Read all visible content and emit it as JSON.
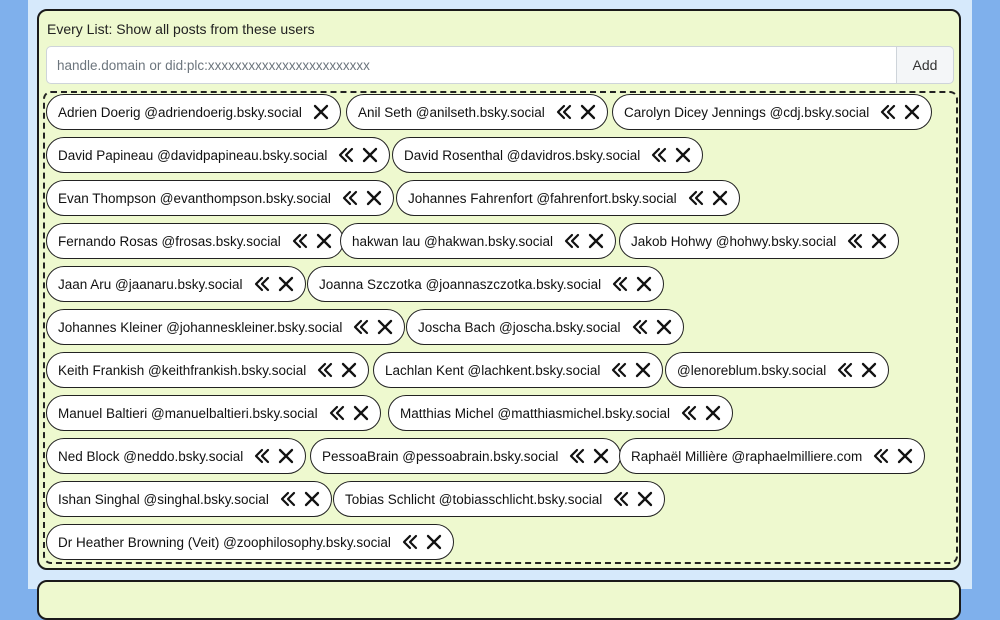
{
  "list": {
    "title": "Every List: Show all posts from these users",
    "input_placeholder": "handle.domain or did:plc:xxxxxxxxxxxxxxxxxxxxxxxx",
    "add_label": "Add",
    "users": [
      {
        "label": "Adrien Doerig @adriendoerig.bsky.social",
        "promote": false
      },
      {
        "label": "Anil Seth @anilseth.bsky.social",
        "promote": true
      },
      {
        "label": "Carolyn Dicey Jennings @cdj.bsky.social",
        "promote": true
      },
      {
        "label": "David Papineau @davidpapineau.bsky.social",
        "promote": true
      },
      {
        "label": "David Rosenthal @davidros.bsky.social",
        "promote": true
      },
      {
        "label": "Evan Thompson @evanthompson.bsky.social",
        "promote": true
      },
      {
        "label": "Johannes Fahrenfort @fahrenfort.bsky.social",
        "promote": true
      },
      {
        "label": "Fernando Rosas @frosas.bsky.social",
        "promote": true
      },
      {
        "label": "hakwan lau @hakwan.bsky.social",
        "promote": true
      },
      {
        "label": "Jakob Hohwy @hohwy.bsky.social",
        "promote": true
      },
      {
        "label": "Jaan Aru @jaanaru.bsky.social",
        "promote": true
      },
      {
        "label": "Joanna Szczotka @joannaszczotka.bsky.social",
        "promote": true
      },
      {
        "label": "Johannes Kleiner @johanneskleiner.bsky.social",
        "promote": true
      },
      {
        "label": "Joscha Bach @joscha.bsky.social",
        "promote": true
      },
      {
        "label": "Keith Frankish @keithfrankish.bsky.social",
        "promote": true
      },
      {
        "label": "Lachlan Kent @lachkent.bsky.social",
        "promote": true
      },
      {
        "label": "@lenoreblum.bsky.social",
        "promote": true
      },
      {
        "label": "Manuel Baltieri @manuelbaltieri.bsky.social",
        "promote": true
      },
      {
        "label": "Matthias Michel @matthiasmichel.bsky.social",
        "promote": true
      },
      {
        "label": "Ned Block @neddo.bsky.social",
        "promote": true
      },
      {
        "label": "PessoaBrain @pessoabrain.bsky.social",
        "promote": true
      },
      {
        "label": "Raphaël Millière @raphaelmilliere.com",
        "promote": true
      },
      {
        "label": "Ishan Singhal @singhal.bsky.social",
        "promote": true
      },
      {
        "label": "Tobias Schlicht @tobiasschlicht.bsky.social",
        "promote": true
      },
      {
        "label": "Dr Heather Browning (Veit) @zoophilosophy.bsky.social",
        "promote": true
      }
    ]
  },
  "icons": {
    "promote": "double-chevron-left-icon",
    "remove": "close-x-icon"
  }
}
